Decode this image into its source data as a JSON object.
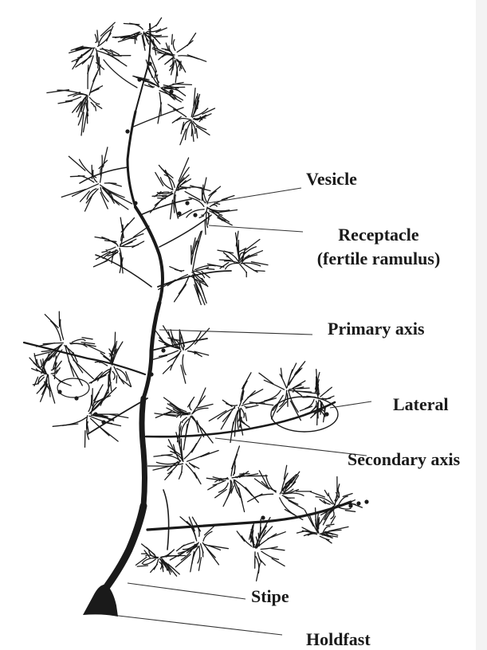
{
  "diagram": {
    "labels": {
      "vesicle": "Vesicle",
      "receptacle_line1": "Receptacle",
      "receptacle_line2": "(fertile ramulus)",
      "primary_axis": "Primary axis",
      "lateral": "Lateral",
      "secondary_axis": "Secondary axis",
      "stipe": "Stipe",
      "holdfast": "Holdfast"
    },
    "colors": {
      "ink": "#1a1a1a",
      "background": "#ffffff"
    }
  }
}
